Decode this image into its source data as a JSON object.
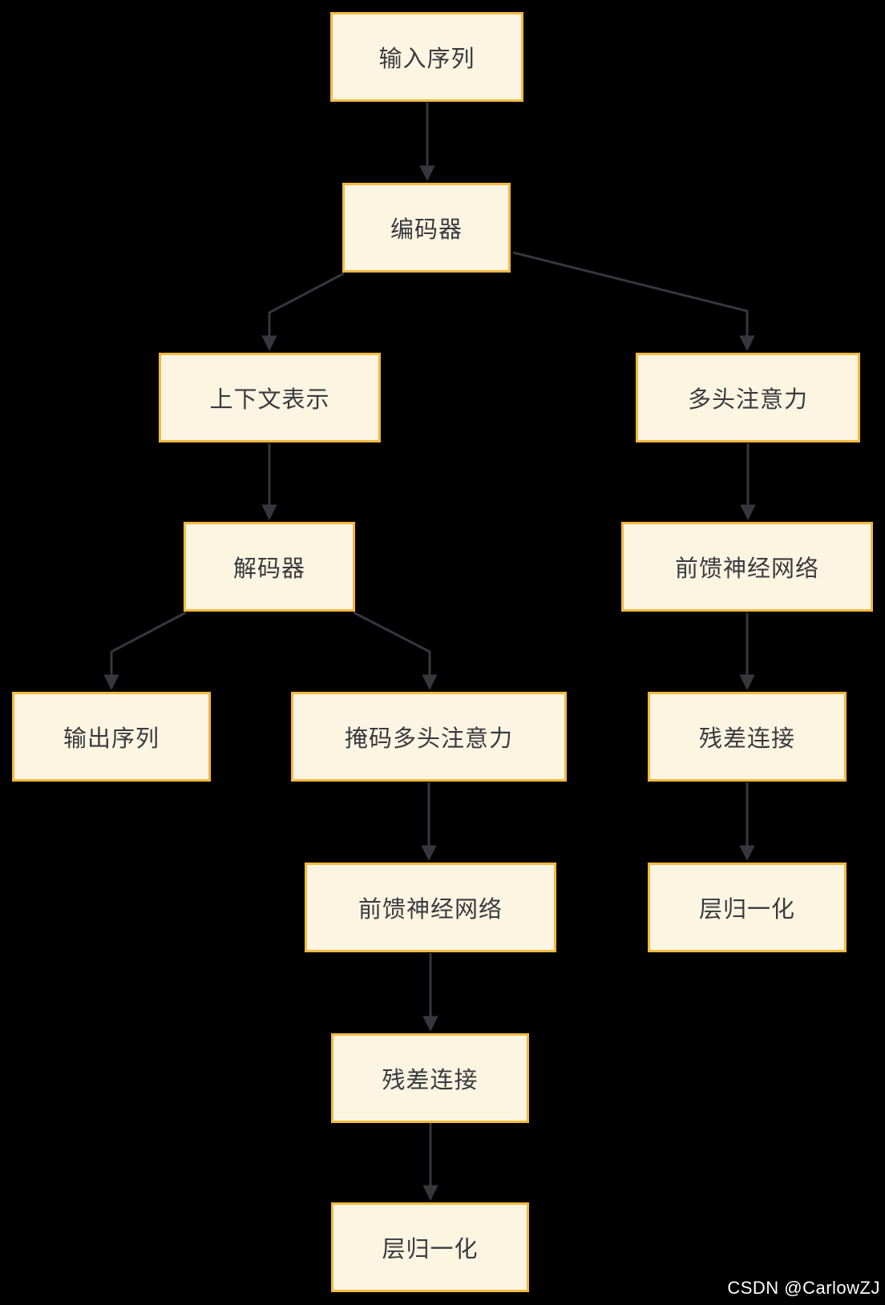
{
  "diagram": {
    "description": "Transformer architecture flowchart (Chinese labels) on black background",
    "colors": {
      "background": "#000000",
      "node_fill": "#FCF5E2",
      "node_border": "#F2B93F",
      "connector": "#36363C",
      "node_text": "#3A3A40",
      "watermark_text": "#FFFFFF"
    },
    "nodes": [
      {
        "id": "input-sequence",
        "label": "输入序列"
      },
      {
        "id": "encoder",
        "label": "编码器"
      },
      {
        "id": "context-representation",
        "label": "上下文表示"
      },
      {
        "id": "multi-head-attention",
        "label": "多头注意力"
      },
      {
        "id": "decoder",
        "label": "解码器"
      },
      {
        "id": "feed-forward-network-right",
        "label": "前馈神经网络"
      },
      {
        "id": "output-sequence",
        "label": "输出序列"
      },
      {
        "id": "masked-multi-head-attention",
        "label": "掩码多头注意力"
      },
      {
        "id": "residual-connection-right",
        "label": "残差连接"
      },
      {
        "id": "feed-forward-network-mid",
        "label": "前馈神经网络"
      },
      {
        "id": "layer-normalization-right",
        "label": "层归一化"
      },
      {
        "id": "residual-connection-mid",
        "label": "残差连接"
      },
      {
        "id": "layer-normalization-mid",
        "label": "层归一化"
      }
    ],
    "edges": [
      {
        "from": "input-sequence",
        "to": "encoder"
      },
      {
        "from": "encoder",
        "to": "context-representation"
      },
      {
        "from": "encoder",
        "to": "multi-head-attention"
      },
      {
        "from": "context-representation",
        "to": "decoder"
      },
      {
        "from": "multi-head-attention",
        "to": "feed-forward-network-right"
      },
      {
        "from": "decoder",
        "to": "output-sequence"
      },
      {
        "from": "decoder",
        "to": "masked-multi-head-attention"
      },
      {
        "from": "feed-forward-network-right",
        "to": "residual-connection-right"
      },
      {
        "from": "masked-multi-head-attention",
        "to": "feed-forward-network-mid"
      },
      {
        "from": "residual-connection-right",
        "to": "layer-normalization-right"
      },
      {
        "from": "feed-forward-network-mid",
        "to": "residual-connection-mid"
      },
      {
        "from": "residual-connection-mid",
        "to": "layer-normalization-mid"
      }
    ],
    "watermark": "CSDN @CarlowZJ"
  }
}
